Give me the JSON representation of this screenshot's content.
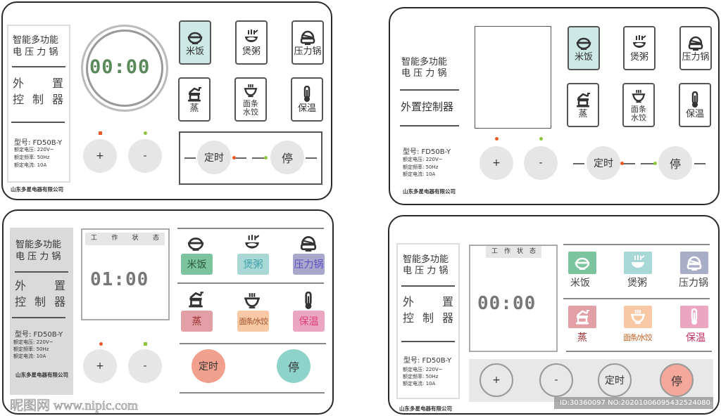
{
  "common": {
    "title_line1": "智能多功能",
    "title_line2": "电 压 力 锅",
    "sub_line1": "外 置",
    "sub_line2": "控 制 器",
    "subtitle_inline": "外置控制器",
    "model": "型号: FD50B-Y",
    "specs": [
      "额定电压: 220V~",
      "额定频率: 50Hz",
      "额定电流: 10A"
    ],
    "company": "山东多星电器有限公司",
    "plus": "+",
    "minus": "-",
    "timer": "定时",
    "stop": "停",
    "status_header": "工 作 状 态"
  },
  "panel1": {
    "time": "00:00",
    "modes": [
      "米饭",
      "煲粥",
      "压力锅",
      "蒸",
      "面条\n水饺",
      "保温"
    ],
    "selected_mode": "米饭"
  },
  "panel2": {
    "modes": [
      "米饭",
      "煲粥",
      "压力锅",
      "蒸",
      "面条\n水饺",
      "保温"
    ],
    "selected_mode": "米饭"
  },
  "panel3": {
    "time": "01:00",
    "modes": [
      "米饭",
      "煲粥",
      "压力锅",
      "蒸",
      "面条/水饺",
      "保温"
    ]
  },
  "panel4": {
    "time": "00:00",
    "modes": [
      "米饭",
      "煲粥",
      "压力锅",
      "蒸",
      "面条/水饺",
      "保温"
    ]
  },
  "watermarks": {
    "site": "昵图网 www.nipic.com",
    "id": "ID:30360097 NO:20201006095432524080"
  },
  "colors": {
    "indicator_red": "#f05a28",
    "indicator_green": "#8dc63f",
    "display_green": "#5a8a5a",
    "selected": "#cde9e6",
    "rice": "#7cc49e",
    "porridge": "#a8d8d6",
    "pressure": "#a9a8cc",
    "steam": "#e2a0a6",
    "noodle": "#f9c9a6",
    "warm": "#eba7c2",
    "timer_btn": "#f2a08e",
    "stop_btn": "#8ed3ca"
  }
}
